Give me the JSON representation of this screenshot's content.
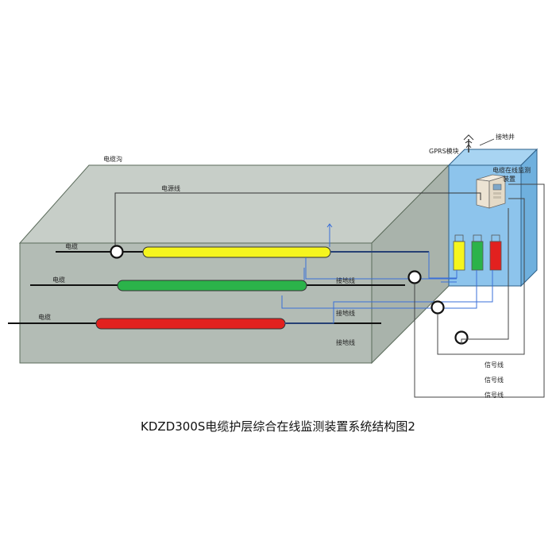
{
  "diagram": {
    "caption": "KDZD300S电缆护层综合在线监测装置系统结构图2",
    "labels": {
      "trench": "电缆沟",
      "power_line": "电源线",
      "cable_1": "电缆",
      "cable_2": "电缆",
      "cable_3": "电缆",
      "ground_line_1": "接地线",
      "ground_line_2": "接地线",
      "ground_line_3": "接地线",
      "gprs_module": "GPRS模块",
      "grounding_well": "接地井",
      "monitor_device_line1": "电缆在线监测",
      "monitor_device_line2": "装置",
      "signal_line_1": "信号线",
      "signal_line_2": "信号线",
      "signal_line_3": "信号线"
    },
    "colors": {
      "trench_face": "#b3bcb5",
      "trench_top": "#c7cec8",
      "cabinet": "#8dc4ec",
      "phase_yellow": "#f5f51e",
      "phase_green": "#2bb34a",
      "phase_red": "#e2211f",
      "ground_wire": "#3a6fd8",
      "signal_wire": "#444444"
    },
    "icons": [
      "antenna-icon",
      "monitor-device-icon",
      "current-sensor-icon"
    ]
  }
}
